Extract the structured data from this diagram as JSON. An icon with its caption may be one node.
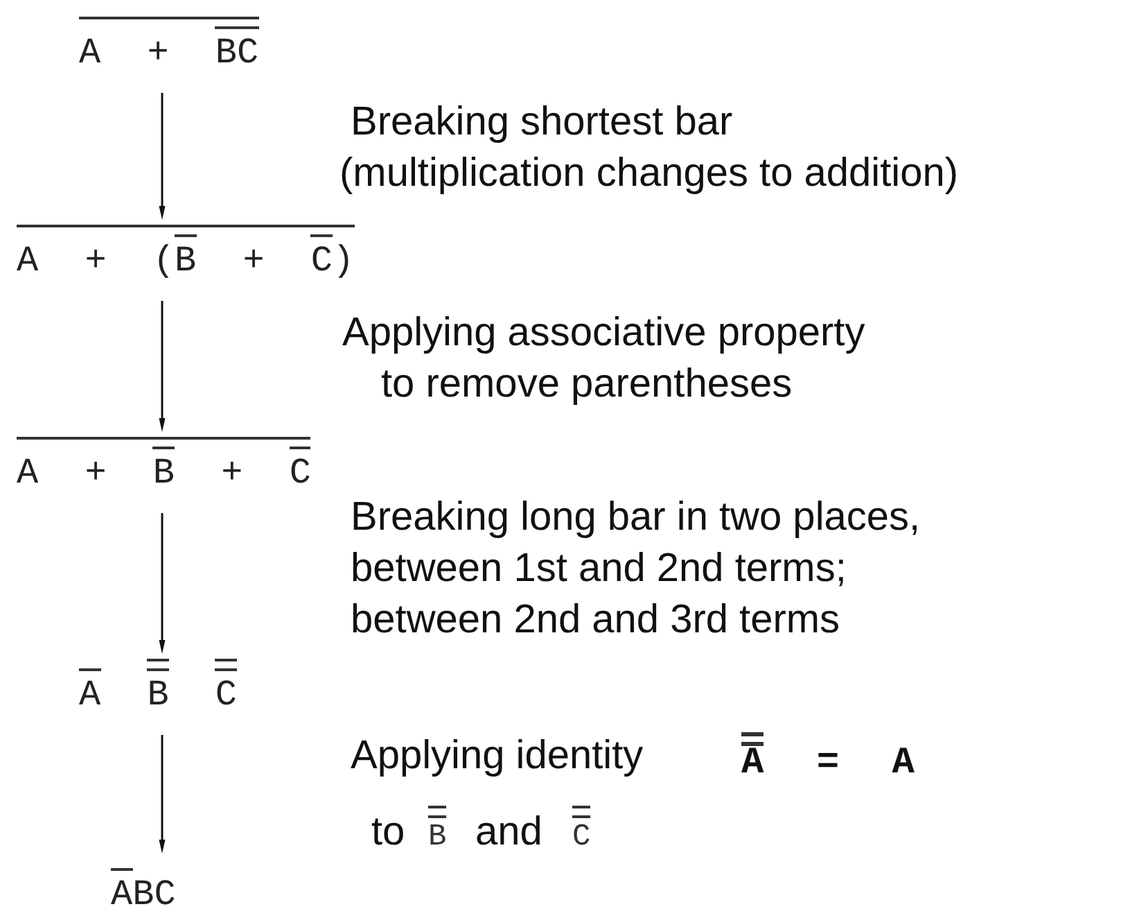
{
  "diagram": {
    "nodes": [
      {
        "text": [
          "A + BC"
        ]
      },
      {
        "text": [
          "A + (B + C)"
        ]
      },
      {
        "text": [
          "A + B + C"
        ]
      },
      {
        "text": [
          "A B C"
        ]
      },
      {
        "text": [
          "ABC"
        ]
      }
    ],
    "edges": [
      {
        "from": 0,
        "to": 1,
        "arrow": "to"
      },
      {
        "from": 1,
        "to": 2,
        "arrow": "to"
      },
      {
        "from": 2,
        "to": 3,
        "arrow": "to"
      },
      {
        "from": 3,
        "to": 4,
        "arrow": "to"
      }
    ],
    "labels": [
      "Breaking shortest bar (multiplication changes to addition)",
      "Applying associative property to remove parentheses",
      "Breaking long bar in two places, between 1st and 2nd terms; between 2nd and 3rd terms",
      "Applying identity",
      "A = A",
      "to",
      "B",
      "and",
      "C"
    ]
  }
}
